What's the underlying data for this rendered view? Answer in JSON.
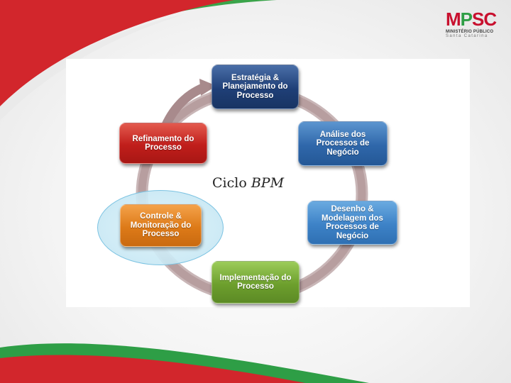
{
  "logo": {
    "mark_m": "M",
    "mark_p": "P",
    "mark_sc": "SC",
    "line1": "MINISTÉRIO PÚBLICO",
    "line2": "Santa Catarina"
  },
  "diagram": {
    "center_label_plain": "Ciclo",
    "center_label_italic": "BPM",
    "stages": [
      {
        "id": "estrategia",
        "text": "Estratégia & Planejamento do Processo",
        "color": "#1f3f77"
      },
      {
        "id": "analise",
        "text": "Análise dos Processos de Negócio",
        "color": "#2f67aa"
      },
      {
        "id": "desenho",
        "text": "Desenho & Modelagem dos Processos de Negócio",
        "color": "#3d82c7"
      },
      {
        "id": "implementacao",
        "text": "Implementação do Processo",
        "color": "#6d9f2d"
      },
      {
        "id": "controle",
        "text": "Controle & Monitoração do Processo",
        "color": "#dd7a18"
      },
      {
        "id": "refinamento",
        "text": "Refinamento do Processo",
        "color": "#c01e1b"
      }
    ],
    "highlighted_stage": "controle",
    "cycle_color": "#a88a8c"
  },
  "decoration": {
    "accent_red": "#c8102e",
    "accent_green": "#2e9e46"
  }
}
